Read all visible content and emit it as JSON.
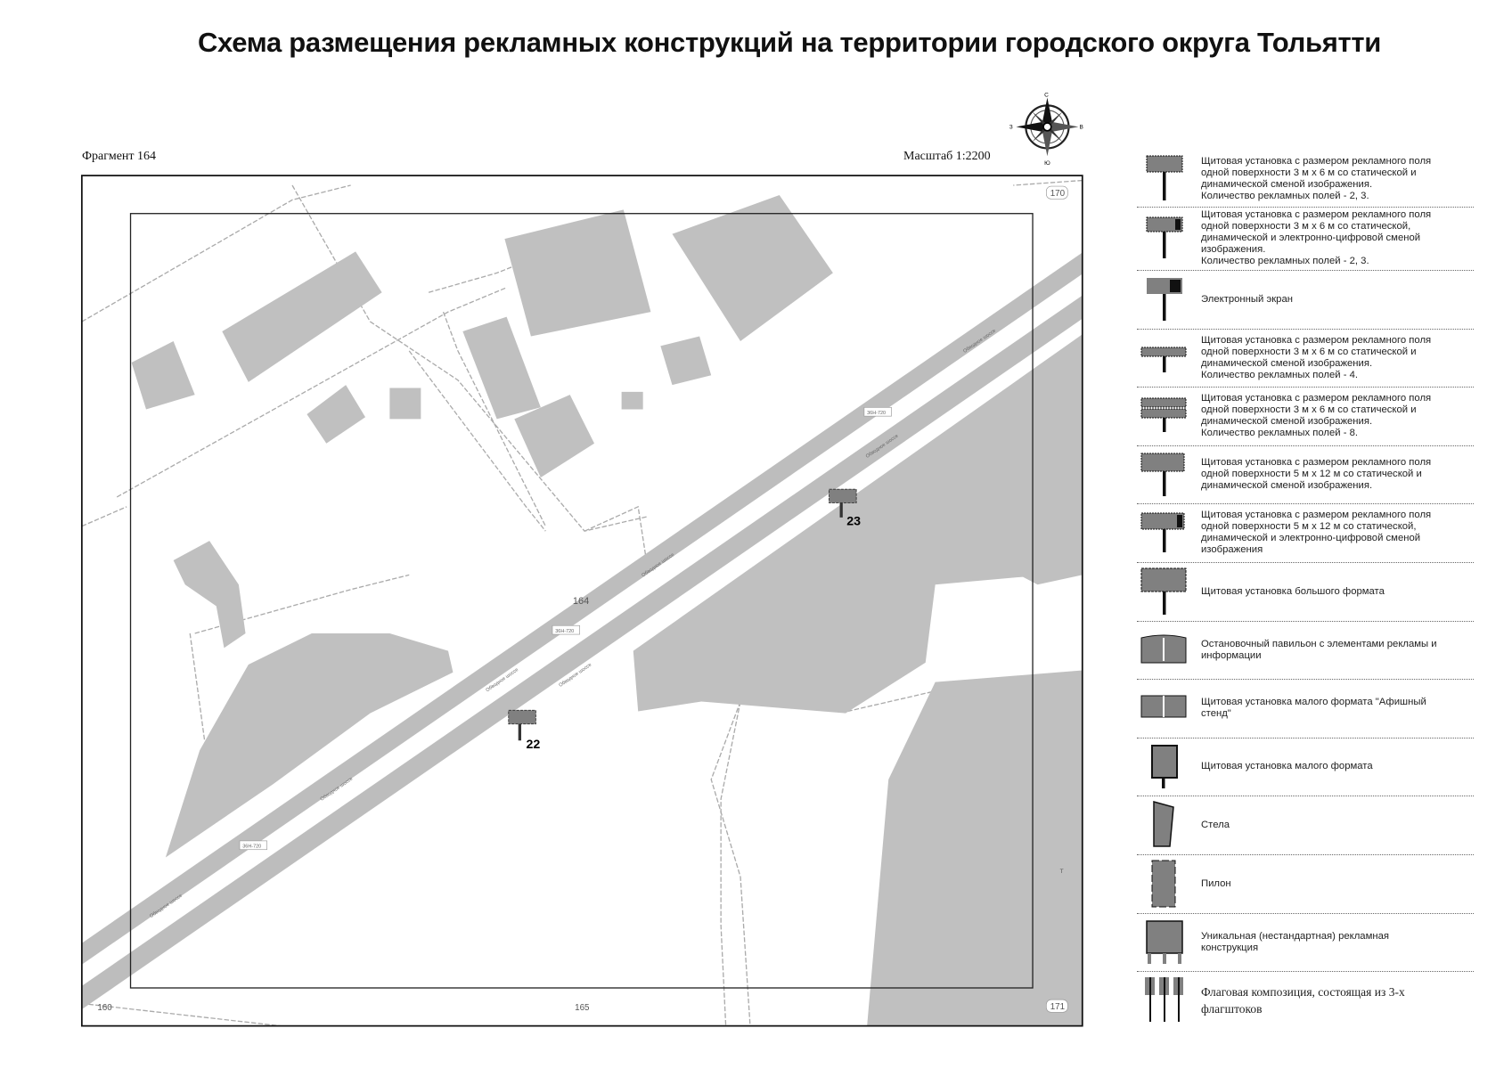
{
  "title": "Схема размещения рекламных конструкций на территории городского округа Тольятти",
  "fragment_label": "Фрагмент 164",
  "scale_label": "Масштаб 1:2200",
  "compass": {
    "icon": "compass-rose-icon",
    "n": "С",
    "s": "Ю",
    "w": "З",
    "e": "В"
  },
  "map": {
    "fragment_numbers": {
      "top_right": "170",
      "bottom_left": "160",
      "bottom_center": "165",
      "bottom_right": "171",
      "center": "164"
    },
    "road_code": "36Н-720",
    "road_name": "Обводное шоссе",
    "corner_label": "Т",
    "markers": [
      {
        "id": "22",
        "type": "billboard-3x6"
      },
      {
        "id": "23",
        "type": "billboard-3x6"
      }
    ],
    "colors": {
      "building": "#c0c0c0",
      "road": "#bdbdbd",
      "marker": "#808080"
    }
  },
  "legend": [
    {
      "icon": "billboard-3x6-icon",
      "text": "Щитовая установка с размером рекламного поля\nодной поверхности 3 м х 6 м со статической и\nдинамической сменой изображения.\nКоличество рекламных полей - 2, 3."
    },
    {
      "icon": "billboard-3x6-digital-icon",
      "text": "Щитовая установка с размером рекламного поля\nодной поверхности 3 м х 6 м со статической,\nдинамической и электронно-цифровой сменой\nизображения.\nКоличество рекламных полей - 2, 3."
    },
    {
      "icon": "electronic-screen-icon",
      "text": "Электронный экран"
    },
    {
      "icon": "billboard-4-fields-icon",
      "text": "Щитовая установка с размером рекламного поля\nодной поверхности 3 м х 6 м со статической и\nдинамической сменой изображения.\nКоличество рекламных полей - 4."
    },
    {
      "icon": "billboard-8-fields-icon",
      "text": "Щитовая установка с размером рекламного поля\nодной поверхности 3 м х 6 м со статической и\nдинамической сменой изображения.\nКоличество рекламных полей - 8."
    },
    {
      "icon": "billboard-5x12-icon",
      "text": "Щитовая установка с размером рекламного поля\nодной поверхности 5 м х 12 м со статической и\nдинамической сменой изображения."
    },
    {
      "icon": "billboard-5x12-digital-icon",
      "text": "Щитовая установка с размером рекламного поля\nодной поверхности 5 м х 12 м со статической,\nдинамической и электронно-цифровой сменой\nизображения"
    },
    {
      "icon": "large-format-billboard-icon",
      "text": "Щитовая установка большого формата"
    },
    {
      "icon": "bus-stop-pavilion-icon",
      "text": "Остановочный павильон с элементами рекламы и\nинформации"
    },
    {
      "icon": "poster-stand-icon",
      "text": "Щитовая установка малого формата \"Афишный\nстенд\""
    },
    {
      "icon": "small-format-billboard-icon",
      "text": "Щитовая установка малого формата"
    },
    {
      "icon": "stela-icon",
      "text": "Стела"
    },
    {
      "icon": "pylon-icon",
      "text": "Пилон"
    },
    {
      "icon": "unique-structure-icon",
      "text": "Уникальная (нестандартная) рекламная\nконструкция"
    },
    {
      "icon": "flag-composition-icon",
      "text": "Флаговая композиция, состоящая из 3-х\nфлагштоков"
    }
  ]
}
